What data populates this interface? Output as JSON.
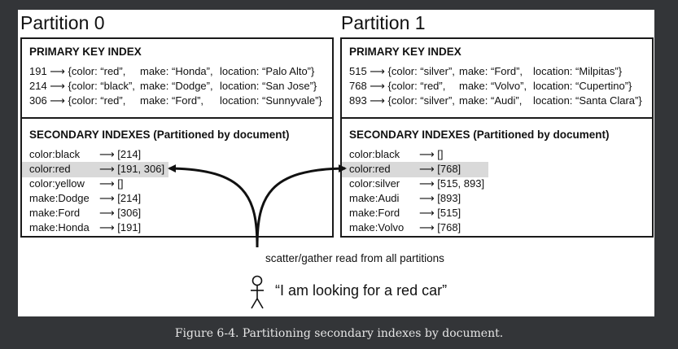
{
  "partitions": [
    {
      "title": "Partition 0",
      "primary_heading": "PRIMARY KEY INDEX",
      "primary_rows": [
        {
          "key": "191 ⟶ {color: “red”,",
          "make": "make: “Honda”,",
          "location": "location: “Palo Alto”}"
        },
        {
          "key": "214 ⟶ {color: “black”,",
          "make": "make: “Dodge”,",
          "location": "location: “San Jose”}"
        },
        {
          "key": "306 ⟶ {color: “red”,",
          "make": "make: “Ford”,",
          "location": "location: “Sunnyvale”}"
        }
      ],
      "secondary_heading": "SECONDARY INDEXES (Partitioned by document)",
      "secondary_rows": [
        {
          "term": "color:black",
          "postings": "⟶ [214]"
        },
        {
          "term": "color:red",
          "postings": "⟶ [191, 306]",
          "highlighted": true
        },
        {
          "term": "color:yellow",
          "postings": "⟶ []"
        },
        {
          "term": "make:Dodge",
          "postings": "⟶ [214]"
        },
        {
          "term": "make:Ford",
          "postings": "⟶ [306]"
        },
        {
          "term": "make:Honda",
          "postings": "⟶ [191]"
        }
      ]
    },
    {
      "title": "Partition 1",
      "primary_heading": "PRIMARY KEY INDEX",
      "primary_rows": [
        {
          "key": "515 ⟶ {color: “silver”,",
          "make": "make: “Ford”,",
          "location": "location: “Milpitas”}"
        },
        {
          "key": "768 ⟶ {color: “red”,",
          "make": "make: “Volvo”,",
          "location": "location: “Cupertino”}"
        },
        {
          "key": "893 ⟶ {color: “silver”,",
          "make": "make: “Audi”,",
          "location": "location: “Santa Clara”}"
        }
      ],
      "secondary_heading": "SECONDARY INDEXES (Partitioned by document)",
      "secondary_rows": [
        {
          "term": "color:black",
          "postings": "⟶ []"
        },
        {
          "term": "color:red",
          "postings": "⟶ [768]",
          "highlighted": true
        },
        {
          "term": "color:silver",
          "postings": "⟶ [515, 893]"
        },
        {
          "term": "make:Audi",
          "postings": "⟶ [893]"
        },
        {
          "term": "make:Ford",
          "postings": "⟶ [515]"
        },
        {
          "term": "make:Volvo",
          "postings": "⟶ [768]"
        }
      ]
    }
  ],
  "read_label": "scatter/gather read from all partitions",
  "user_quote": "“I am looking for a red car”",
  "figure_caption": "Figure 6-4. Partitioning secondary indexes by document.",
  "colors": {
    "background": "#333538",
    "highlight": "#d9d9d9",
    "border": "#1a1a1a"
  }
}
